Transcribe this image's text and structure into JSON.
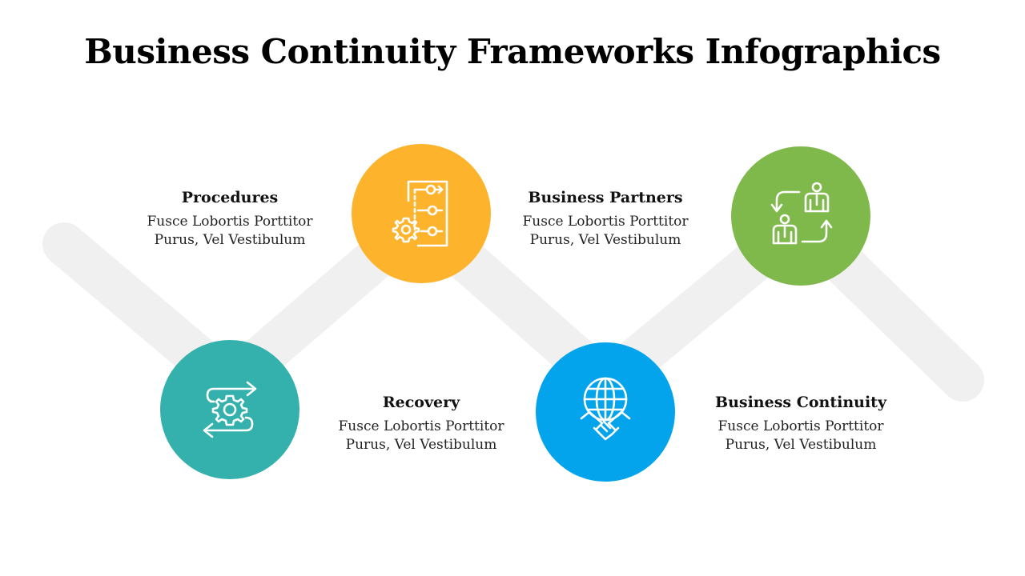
{
  "title": "Business Continuity Frameworks Infographics",
  "colors": {
    "track": "#f0f0f0",
    "teal": "#35b1ad",
    "orange": "#fdb32b",
    "blue": "#03a4ec",
    "green": "#7fb84b",
    "icon_stroke": "#ffffff"
  },
  "steps": [
    {
      "heading": "Recovery",
      "line1": "Fusce Lobortis Porttitor",
      "line2": "Purus, Vel Vestibulum",
      "icon": "gear-cycle-icon"
    },
    {
      "heading": "Procedures",
      "line1": "Fusce Lobortis Porttitor",
      "line2": "Purus, Vel Vestibulum",
      "icon": "flowchart-gear-icon"
    },
    {
      "heading": "Business Continuity",
      "line1": "Fusce Lobortis Porttitor",
      "line2": "Purus, Vel Vestibulum",
      "icon": "globe-handshake-icon"
    },
    {
      "heading": "Business Partners",
      "line1": "Fusce Lobortis Porttitor",
      "line2": "Purus, Vel Vestibulum",
      "icon": "people-exchange-icon"
    }
  ]
}
